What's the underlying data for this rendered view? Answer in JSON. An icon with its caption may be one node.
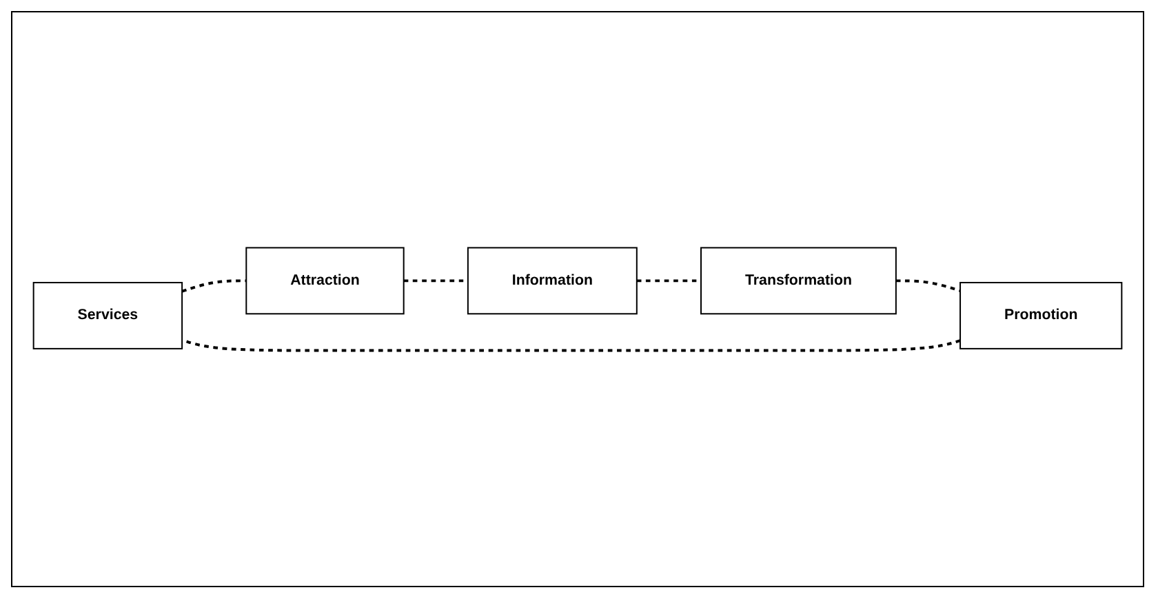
{
  "diagram": {
    "nodes": [
      {
        "text": [
          "Services"
        ]
      },
      {
        "text": [
          "Attraction"
        ]
      },
      {
        "text": [
          "Promotion"
        ]
      },
      {
        "text": [
          "Information"
        ]
      },
      {
        "text": [
          "Transformation"
        ]
      }
    ],
    "edges": [
      {
        "from": 0,
        "to": 1,
        "arrow": "none",
        "style": "dashed"
      },
      {
        "from": 1,
        "to": 3,
        "arrow": "none",
        "style": "dashed"
      },
      {
        "from": 3,
        "to": 4,
        "arrow": "none",
        "style": "dashed"
      },
      {
        "from": 4,
        "to": 2,
        "arrow": "none",
        "style": "dashed"
      },
      {
        "from": 2,
        "to": 0,
        "arrow": "none",
        "style": "dashed"
      }
    ]
  }
}
